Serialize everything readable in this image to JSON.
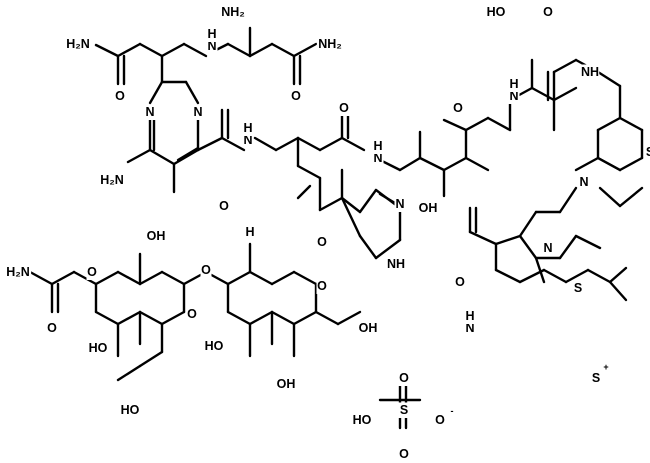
{
  "molecule": {
    "atoms": [
      {
        "id": "a_nh2_top",
        "text": "NH₂"
      },
      {
        "id": "a_nh_amine",
        "text": "N"
      },
      {
        "id": "a_nh_amine_h",
        "text": "H"
      },
      {
        "id": "a_nh2_left",
        "text": "H₂N"
      },
      {
        "id": "a_nh2_right",
        "text": "NH₂"
      },
      {
        "id": "a_o_left",
        "text": "O"
      },
      {
        "id": "a_o_right",
        "text": "O"
      },
      {
        "id": "a_n_pyr_left",
        "text": "N"
      },
      {
        "id": "a_n_pyr_right",
        "text": "N"
      },
      {
        "id": "a_h2n_pyr",
        "text": "H₂N"
      },
      {
        "id": "a_o_pyr_amide",
        "text": "O"
      },
      {
        "id": "a_nh_his",
        "text": "N"
      },
      {
        "id": "a_nh_his_h",
        "text": "H"
      },
      {
        "id": "a_o_his",
        "text": "O"
      },
      {
        "id": "a_o_ether",
        "text": "O"
      },
      {
        "id": "a_n_imid",
        "text": "N"
      },
      {
        "id": "a_nh_imid",
        "text": "NH"
      },
      {
        "id": "a_nh_val",
        "text": "N"
      },
      {
        "id": "a_nh_val_h",
        "text": "H"
      },
      {
        "id": "a_oh_val",
        "text": "OH"
      },
      {
        "id": "a_o_val",
        "text": "O"
      },
      {
        "id": "a_oh_thr",
        "text": "HO"
      },
      {
        "id": "a_o_thr",
        "text": "O"
      },
      {
        "id": "a_nh_thr",
        "text": "NH"
      },
      {
        "id": "a_nh_thr2",
        "text": "N"
      },
      {
        "id": "a_nh_thr2_h",
        "text": "H"
      },
      {
        "id": "a_s_thz1",
        "text": "S"
      },
      {
        "id": "a_n_thz1",
        "text": "N"
      },
      {
        "id": "a_n_thz2",
        "text": "N"
      },
      {
        "id": "a_s_thz2",
        "text": "S"
      },
      {
        "id": "a_o_thz_amide",
        "text": "O"
      },
      {
        "id": "a_nh_tail",
        "text": "N"
      },
      {
        "id": "a_nh_tail_h",
        "text": "H"
      },
      {
        "id": "a_s_plus",
        "text": "S"
      },
      {
        "id": "a_s_plus_charge",
        "text": "+"
      },
      {
        "id": "a_h2n_carb",
        "text": "H₂N"
      },
      {
        "id": "a_o_carb",
        "text": "O"
      },
      {
        "id": "a_o_carb2",
        "text": "O"
      },
      {
        "id": "a_oh_s1_top",
        "text": "OH"
      },
      {
        "id": "a_o_ring1",
        "text": "O"
      },
      {
        "id": "a_o_glyc",
        "text": "O"
      },
      {
        "id": "a_ho_s1",
        "text": "HO"
      },
      {
        "id": "a_ho_s1_bottom",
        "text": "HO"
      },
      {
        "id": "a_h_s2",
        "text": "H"
      },
      {
        "id": "a_o_ring2",
        "text": "O"
      },
      {
        "id": "a_ho_s2",
        "text": "HO"
      },
      {
        "id": "a_oh_s2_bottom",
        "text": "OH"
      },
      {
        "id": "a_oh_s2_right",
        "text": "OH"
      },
      {
        "id": "a_ho_sulf",
        "text": "HO"
      },
      {
        "id": "a_s_sulf",
        "text": "S"
      },
      {
        "id": "a_o_sulf_top",
        "text": "O"
      },
      {
        "id": "a_o_sulf_bottom",
        "text": "O"
      },
      {
        "id": "a_o_sulf_right",
        "text": "O"
      },
      {
        "id": "a_o_sulf_charge",
        "text": "-"
      }
    ]
  }
}
